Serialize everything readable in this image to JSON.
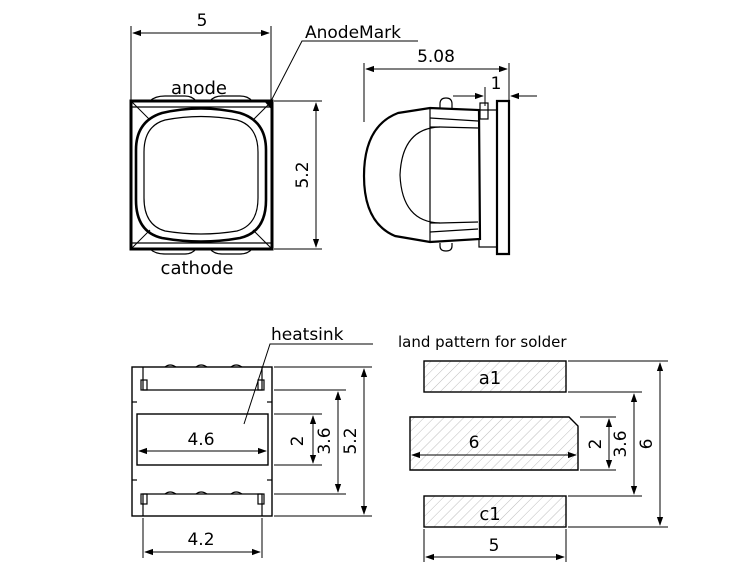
{
  "top_view": {
    "width_dim": "5",
    "height_dim": "5.2",
    "anode_label": "anode",
    "cathode_label": "cathode",
    "anode_mark_label": "AnodeMark"
  },
  "side_view": {
    "length_dim": "5.08",
    "flange_dim": "1"
  },
  "bottom_view": {
    "heatsink_label": "heatsink",
    "heatsink_length_dim": "4.6",
    "pad_width_dim": "4.2",
    "dim_2": "2",
    "dim_3_6": "3.6",
    "dim_5_2": "5.2"
  },
  "land_pattern": {
    "title": "land pattern for solder",
    "pad_a1": "a1",
    "pad_c1": "c1",
    "center_length_dim": "6",
    "pad_width_dim": "5",
    "dim_2": "2",
    "dim_3_6": "3.6",
    "dim_6": "6"
  }
}
